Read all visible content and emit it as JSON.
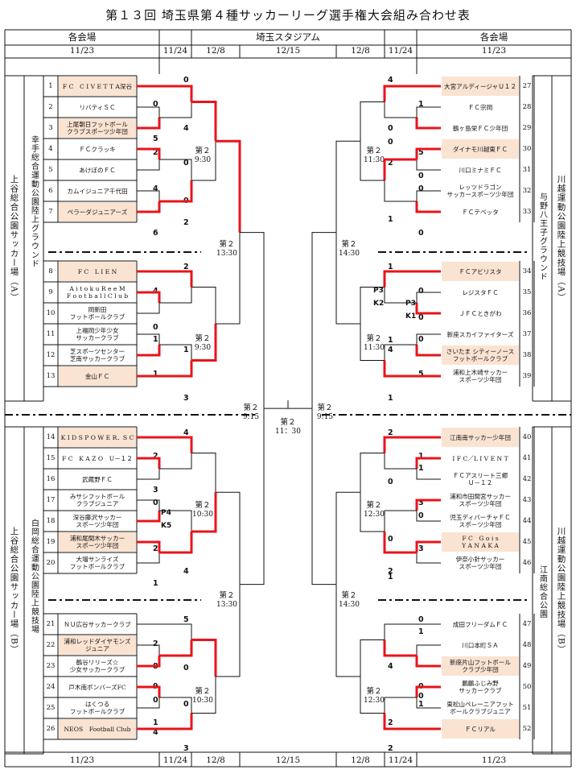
{
  "title": "第１３回 埼玉県第４種サッカーリーグ選手権大会組み合わせ表",
  "header": {
    "venue_left": "各会場",
    "venue_center": "埼玉スタジアム",
    "venue_right": "各会場",
    "dates": [
      "11/23",
      "11/24",
      "12/8",
      "12/15",
      "12/8",
      "11/24",
      "11/23"
    ]
  },
  "venues": {
    "left_a": "上谷総合公園サッカー場（A）",
    "left_a_sub": "幸手総合運動公園陸上グラウンド",
    "left_b": "上谷総合公園サッカー場（B）",
    "left_b_sub": "白岡総合運動公園陸上競技場",
    "right_a": "川越運動公園陸上競技場（A）",
    "right_a_sub": "与野八王子グラウンド",
    "right_b": "川越運動公園陸上競技場（B）",
    "right_b_sub": "江南総合公園"
  },
  "teams_left": [
    {
      "no": "1",
      "name": "F C　C I V E T T A深谷",
      "hl": true
    },
    {
      "no": "2",
      "name": "リバティＳＣ",
      "hl": false
    },
    {
      "no": "3",
      "name": "上尾朝日フットボール\nクラブスポーツ少年団",
      "hl": true
    },
    {
      "no": "4",
      "name": "ＦＣクラッキ",
      "hl": false
    },
    {
      "no": "5",
      "name": "あけぼのＦＣ",
      "hl": false
    },
    {
      "no": "6",
      "name": "カムイジュニア千代田",
      "hl": false
    },
    {
      "no": "7",
      "name": "ペラーダジュニアーズ",
      "hl": true
    },
    {
      "no": "8",
      "name": "F C　L I E N",
      "hl": true
    },
    {
      "no": "9",
      "name": "A i t o k u  R e e M\nF o o t b a l l  C l u b",
      "hl": false
    },
    {
      "no": "10",
      "name": "岡新田\nフットボールクラブ",
      "hl": false
    },
    {
      "no": "11",
      "name": "上福岡少年少女\nサッカークラブ",
      "hl": false
    },
    {
      "no": "12",
      "name": "芝スポーツセンター\n芝南サッカークラブ",
      "hl": false
    },
    {
      "no": "13",
      "name": "金山ＦＣ",
      "hl": true
    },
    {
      "no": "14",
      "name": "K I D S P O W E R．S C",
      "hl": true
    },
    {
      "no": "15",
      "name": "F C　K A Z O　U－１２",
      "hl": false
    },
    {
      "no": "16",
      "name": "武蔵野ＦＣ",
      "hl": false
    },
    {
      "no": "17",
      "name": "みサシフットボール\nクラブジュニア",
      "hl": false
    },
    {
      "no": "18",
      "name": "深谷藤沢サッカー\nスポーツ少年団",
      "hl": false
    },
    {
      "no": "19",
      "name": "浦和尾間木サッカー\nスポーツ少年団",
      "hl": true
    },
    {
      "no": "20",
      "name": "大増サンライズ\nフットボールクラブ",
      "hl": false
    },
    {
      "no": "21",
      "name": "ＮＵ広谷サッカークラブ",
      "hl": false
    },
    {
      "no": "22",
      "name": "浦和レッドダイヤモンズ\nジュニア",
      "hl": true
    },
    {
      "no": "23",
      "name": "鶴谷リリーズ☆\n少女サッカークラブ",
      "hl": false
    },
    {
      "no": "24",
      "name": "戸木南ボンバーズFC",
      "hl": false
    },
    {
      "no": "25",
      "name": "はくつる\nフットボールクラブ",
      "hl": false
    },
    {
      "no": "26",
      "name": "NEOS　Football Club",
      "hl": true
    }
  ],
  "teams_right": [
    {
      "no": "27",
      "name": "大宮アルディージャＵ１２",
      "hl": true
    },
    {
      "no": "28",
      "name": "ＦＣ宗岡",
      "hl": false
    },
    {
      "no": "29",
      "name": "鶴ヶ島栄ＦＣ少年団",
      "hl": false
    },
    {
      "no": "30",
      "name": "ダイナモ川越東ＦＣ",
      "hl": true
    },
    {
      "no": "31",
      "name": "川口ミナミＦＣ",
      "hl": false
    },
    {
      "no": "32",
      "name": "レッツドラゴン\nサッカースポーツ少年団",
      "hl": false
    },
    {
      "no": "33",
      "name": "ＦＣテベッタ",
      "hl": false
    },
    {
      "no": "34",
      "name": "ＦＣアビリスタ",
      "hl": true
    },
    {
      "no": "35",
      "name": "レジスタＦＣ",
      "hl": false
    },
    {
      "no": "36",
      "name": "ＪＦＣときがわ",
      "hl": false
    },
    {
      "no": "37",
      "name": "新座スカイファイターズ",
      "hl": false
    },
    {
      "no": "38",
      "name": "さいたま シティーノース\nフットボールクラブ",
      "hl": true
    },
    {
      "no": "39",
      "name": "浦和上木崎サッカー\nスポーツ少年団",
      "hl": false
    },
    {
      "no": "40",
      "name": "江南南サッカー少年団",
      "hl": true
    },
    {
      "no": "41",
      "name": "I F C／L I V E N T",
      "hl": false
    },
    {
      "no": "42",
      "name": "ＦＣアスリート三郷\nＵ－１２",
      "hl": false
    },
    {
      "no": "43",
      "name": "浦和市田間宮サッカー\nスポーツ少年団",
      "hl": false
    },
    {
      "no": "44",
      "name": "児玉ディバーチャＦＣ\nスポーツ少年団",
      "hl": false
    },
    {
      "no": "45",
      "name": "F C　G o i s\nY A N A K A",
      "hl": true
    },
    {
      "no": "46",
      "name": "伊奈小針サッカー\nスポーツ少年団",
      "hl": false
    },
    {
      "no": "47",
      "name": "成田フリーダムＦＣ",
      "hl": false
    },
    {
      "no": "48",
      "name": "川口本町ＳＡ",
      "hl": false
    },
    {
      "no": "49",
      "name": "新座片山フットボール\nクラブ少年団",
      "hl": true
    },
    {
      "no": "50",
      "name": "鵬鵬ふじみ野\nサッカークラブ",
      "hl": false
    },
    {
      "no": "51",
      "name": "東松山ペレーニアフット\nボールクラブジュニア",
      "hl": false
    },
    {
      "no": "52",
      "name": "ＦＣリアル",
      "hl": true
    }
  ],
  "scores_left": [
    "0",
    "0",
    "5",
    "4",
    "2",
    "0",
    "4",
    "0",
    "6",
    "2",
    "2",
    "4",
    "0",
    "1",
    "1",
    "1",
    "3",
    "4",
    "2",
    "3",
    "0",
    "2",
    "1",
    "4",
    "5",
    "2",
    "0",
    "8",
    "9",
    "0",
    "0",
    "1",
    "4",
    "3"
  ],
  "pk_left": [
    "P4",
    "K5"
  ],
  "scores_right": [
    "4",
    "1",
    "0",
    "0",
    "5",
    "2",
    "0",
    "0",
    "1",
    "0",
    "1",
    "0",
    "0",
    "1",
    "4",
    "0",
    "5",
    "1",
    "2",
    "1",
    "1",
    "0",
    "3",
    "0",
    "0",
    "3",
    "2",
    "1",
    "0",
    "1",
    "4",
    "0",
    "0",
    "1",
    "2",
    "2"
  ],
  "pk_right": [
    "P3",
    "K2",
    "P3",
    "K1"
  ],
  "matches": {
    "r3_label": "第２",
    "r3_time": "9:30",
    "r3b_time": "10:30",
    "r3r_time": "11:30",
    "r3rb_time": "12:30",
    "r4l_time": "13:30",
    "r4r_time": "14:30",
    "sf_time": "9:15",
    "final_time": "11：30"
  },
  "colors": {
    "win_line": "#e8141b",
    "line": "#111111",
    "highlight": "#fbe3d2"
  }
}
